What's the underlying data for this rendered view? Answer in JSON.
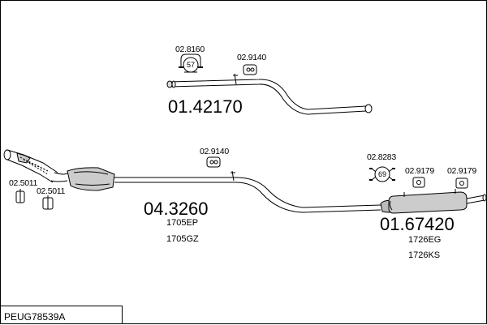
{
  "diagram": {
    "part_numbers": {
      "front_pipe": "01.42170",
      "catalyst": "04.3260",
      "rear_silencer": "01.67420"
    },
    "sub_codes": {
      "catalyst_a": "1705EP",
      "catalyst_b": "1705GZ",
      "rear_a": "1726EG",
      "rear_b": "1726KS"
    },
    "accessories": {
      "clamp_top": "02.8160",
      "clamp_top_size": "57",
      "hanger_top": "02.9140",
      "hanger_mid": "02.9140",
      "clamp_rear": "02.8283",
      "clamp_rear_size": "69",
      "rubber_a": "02.9179",
      "rubber_b": "02.9179",
      "bolt_a": "02.5011",
      "bolt_b": "02.5011"
    },
    "reference": "PEUG78539A"
  }
}
